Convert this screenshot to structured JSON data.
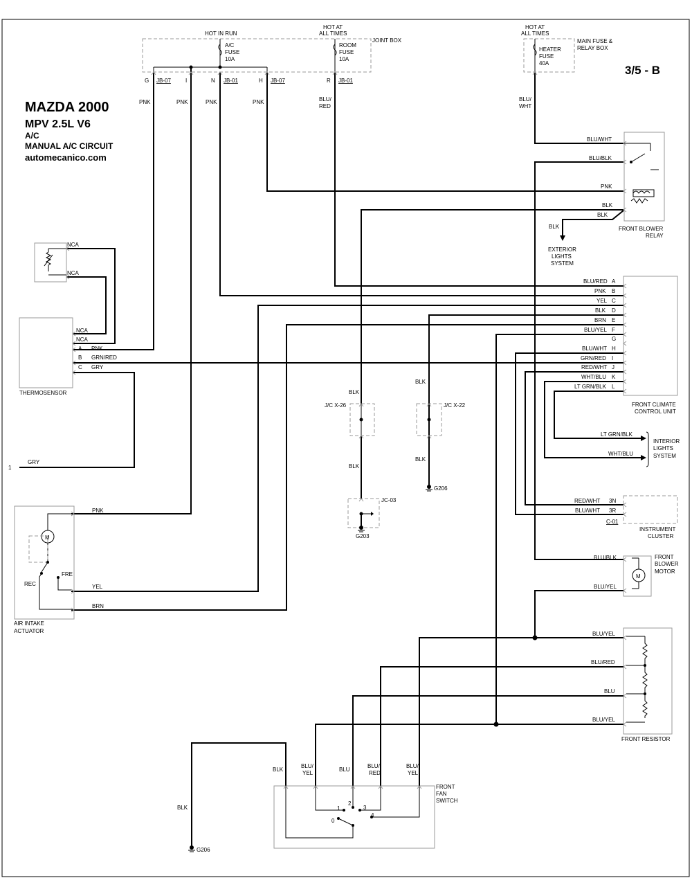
{
  "page_number": "3/5 - B",
  "header": {
    "make": "MAZDA 2000",
    "model": "MPV  2.5L  V6",
    "system": "A/C",
    "circuit": "MANUAL A/C CIRCUIT",
    "site": "automecanico.com"
  },
  "joint_box": {
    "label": "JOINT BOX",
    "hot_in_run": "HOT IN RUN",
    "hot_at_all_times": [
      "HOT AT",
      "ALL TIMES"
    ],
    "ac_fuse": [
      "A/C",
      "FUSE",
      "10A"
    ],
    "room_fuse": [
      "ROOM",
      "FUSE",
      "10A"
    ],
    "pins": [
      "G",
      "I",
      "N",
      "H",
      "R"
    ],
    "connectors": [
      "JB-07",
      "JB-01",
      "JB-07",
      "JB-01"
    ]
  },
  "main_fuse_box": {
    "label": [
      "MAIN FUSE &",
      "RELAY BOX"
    ],
    "hot_at_all_times": [
      "HOT AT",
      "ALL TIMES"
    ],
    "heater_fuse": [
      "HEATER",
      "FUSE",
      "40A"
    ]
  },
  "wire_colors_top": [
    "PNK",
    "PNK",
    "PNK",
    "PNK",
    "BLU/",
    "RED",
    "BLU/",
    "WHT"
  ],
  "front_blower_relay": {
    "label": [
      "FRONT BLOWER",
      "RELAY"
    ],
    "wires": [
      "BLU/WHT",
      "BLU/BLK",
      "PNK",
      "BLK",
      "BLK"
    ]
  },
  "exterior_lights": {
    "wire": "BLK",
    "label": [
      "EXTERIOR",
      "LIGHTS",
      "SYSTEM"
    ]
  },
  "front_climate_control_unit": {
    "label": [
      "FRONT CLIMATE",
      "CONTROL UNIT"
    ],
    "pins": [
      {
        "wire": "BLU/RED",
        "pin": "A"
      },
      {
        "wire": "PNK",
        "pin": "B"
      },
      {
        "wire": "YEL",
        "pin": "C"
      },
      {
        "wire": "BLK",
        "pin": "D"
      },
      {
        "wire": "BRN",
        "pin": "E"
      },
      {
        "wire": "BLU/YEL",
        "pin": "F"
      },
      {
        "wire": "",
        "pin": "G"
      },
      {
        "wire": "BLU/WHT",
        "pin": "H"
      },
      {
        "wire": "GRN/RED",
        "pin": "I"
      },
      {
        "wire": "RED/WHT",
        "pin": "J"
      },
      {
        "wire": "WHT/BLU",
        "pin": "K"
      },
      {
        "wire": "LT GRN/BLK",
        "pin": "L"
      }
    ]
  },
  "interior_lights": {
    "wires": [
      "LT GRN/BLK",
      "WHT/BLU"
    ],
    "label": [
      "INTERIOR",
      "LIGHTS",
      "SYSTEM"
    ]
  },
  "instrument_cluster": {
    "wires": [
      {
        "wire": "RED/WHT",
        "pin": "3N"
      },
      {
        "wire": "BLU/WHT",
        "pin": "3R"
      }
    ],
    "connector": "C-01",
    "label": [
      "INSTRUMENT",
      "CLUSTER"
    ]
  },
  "front_blower_motor": {
    "wires": [
      "BLU/BLK",
      "BLU/YEL"
    ],
    "label": [
      "FRONT",
      "BLOWER",
      "MOTOR"
    ],
    "motor_symbol": "M"
  },
  "front_resistor": {
    "wires": [
      "BLU/YEL",
      "BLU/RED",
      "BLU",
      "BLU/YEL"
    ],
    "label": "FRONT RESISTOR"
  },
  "front_fan_switch": {
    "label": [
      "FRONT",
      "FAN",
      "SWITCH"
    ],
    "wires": [
      "BLK",
      "BLU/",
      "YEL",
      "BLU",
      "BLU/",
      "RED",
      "BLU/",
      "YEL"
    ],
    "positions": [
      "0",
      "1",
      "2",
      "3",
      "4"
    ]
  },
  "sensor_box": {
    "wires": [
      "NCA",
      "NCA"
    ]
  },
  "thermosensor": {
    "label": "THERMOSENSOR",
    "wires": [
      "NCA",
      "NCA"
    ],
    "pins": [
      {
        "pin": "A",
        "wire": "PNK"
      },
      {
        "pin": "B",
        "wire": "GRN/RED"
      },
      {
        "pin": "C",
        "wire": "GRY"
      }
    ]
  },
  "connector_1": {
    "pin": "1",
    "wire": "GRY"
  },
  "air_intake_actuator": {
    "label": [
      "AIR INTAKE",
      "ACTUATOR"
    ],
    "wires": [
      "PNK",
      "YEL",
      "BRN"
    ],
    "rec": "REC",
    "fre": "FRE",
    "motor_symbol": "M"
  },
  "junctions": {
    "jc_x26": "J/C X-26",
    "jc_x22": "J/C X-22",
    "jc_03": "JC-03",
    "blk_labels": [
      "BLK",
      "BLK",
      "BLK",
      "BLK",
      "BLK"
    ]
  },
  "grounds": [
    "G206",
    "G203",
    "G206"
  ]
}
